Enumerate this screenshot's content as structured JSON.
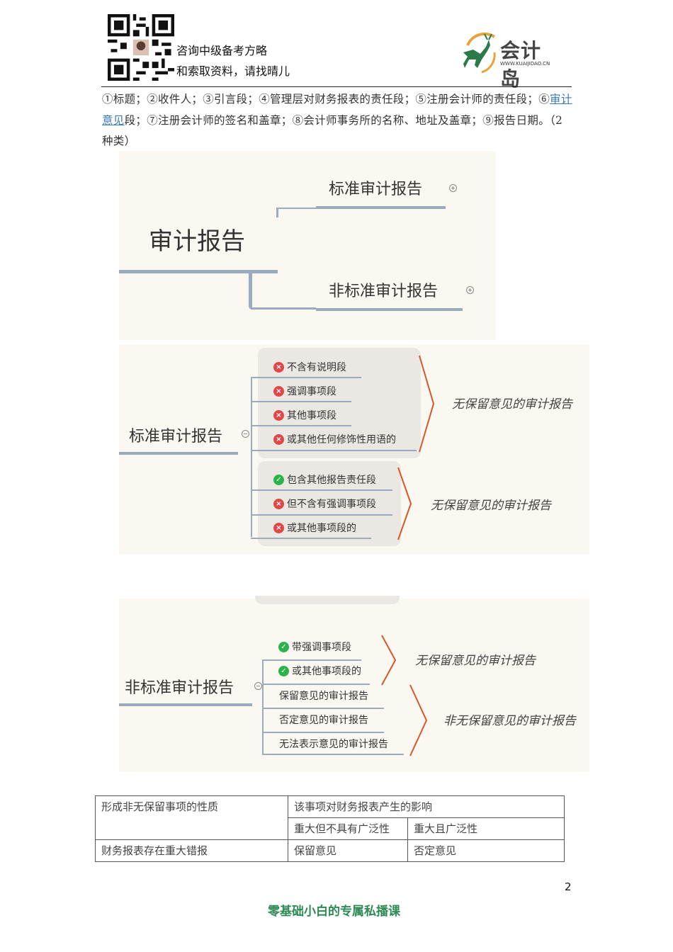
{
  "header": {
    "qr_caption_line1": "咨询中级备考方略",
    "qr_caption_line2": "和索取资料，请找晴儿",
    "logo_name": "会计岛",
    "logo_url_text": "WWW.KUAIJIDAO.CN",
    "icons": [
      "qr-code-icon",
      "deer-logo-icon"
    ]
  },
  "intro": {
    "part1": "①标题；②收件人；③引言段；④管理层对财务报表的责任段；⑤注册会计师的责任段；⑥",
    "link": "审计意见",
    "part2": "段；⑦注册会计师的签名和盖章；⑧会计师事务所的名称、地址及盖章；⑨报告日期。（2 种类）"
  },
  "mindmap1": {
    "root": "审计报告",
    "children": [
      "标准审计报告",
      "非标准审计报告"
    ],
    "expand_symbol": "+"
  },
  "mindmap2": {
    "root": "标准审计报告",
    "collapse_symbol": "−",
    "groups": [
      {
        "items": [
          {
            "icon": "cross",
            "label": "不含有说明段"
          },
          {
            "icon": "cross",
            "label": "强调事项段"
          },
          {
            "icon": "cross",
            "label": "其他事项段"
          },
          {
            "icon": "cross",
            "label": "或其他任何修饰性用语的"
          }
        ],
        "result": "无保留意见的审计报告"
      },
      {
        "items": [
          {
            "icon": "check",
            "label": "包含其他报告责任段"
          },
          {
            "icon": "cross",
            "label": "但不含有强调事项段"
          },
          {
            "icon": "cross",
            "label": "或其他事项段的"
          }
        ],
        "result": "无保留意见的审计报告"
      }
    ]
  },
  "mindmap3": {
    "root": "非标准审计报告",
    "collapse_symbol": "−",
    "items": [
      {
        "icon": "check",
        "label": "带强调事项段"
      },
      {
        "icon": "check",
        "label": "或其他事项段的"
      },
      {
        "icon": "",
        "label": "保留意见的审计报告"
      },
      {
        "icon": "",
        "label": "否定意见的审计报告"
      },
      {
        "icon": "",
        "label": "无法表示意见的审计报告"
      }
    ],
    "result1": "无保留意见的审计报告",
    "result2": "非无保留意见的审计报告"
  },
  "table": {
    "r1c1": "形成非无保留事项的性质",
    "r1c2": "该事项对财务报表产生的影响",
    "r2c2": "重大但不具有广泛性",
    "r2c3": "重大且广泛性",
    "r3c1": "财务报表存在重大错报",
    "r3c2": "保留意见",
    "r3c3": "否定意见"
  },
  "page_number": "2",
  "footer": "零基础小白的专属私播课",
  "colors": {
    "cross": "#e04848",
    "check": "#2cb24a",
    "brace": "#d4582a",
    "connector": "#9aabc0",
    "footer": "#2e8a55",
    "link": "#3a7ab8"
  }
}
